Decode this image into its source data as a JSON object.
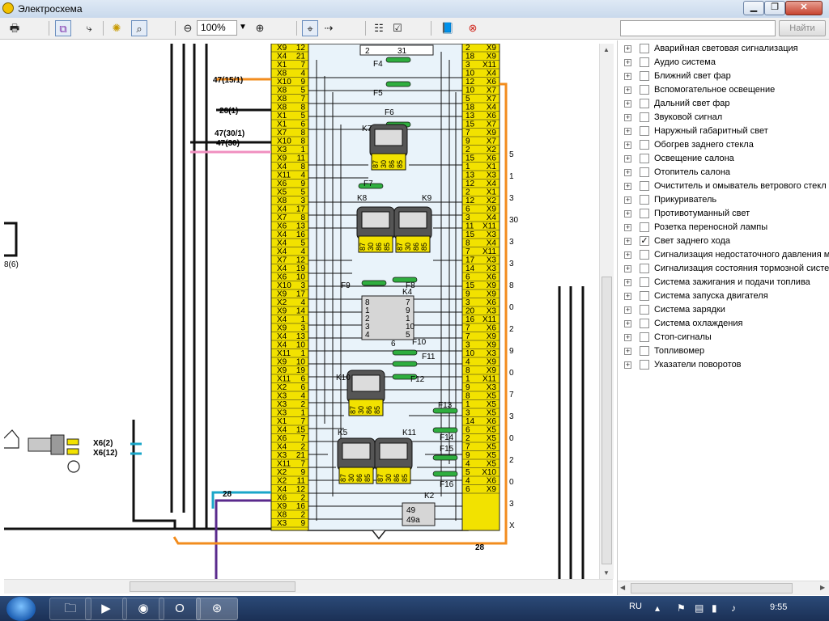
{
  "window": {
    "title": "Электросхема",
    "controls": {
      "minimize": "▁",
      "maximize": "❐",
      "close": "✕"
    }
  },
  "toolbar": {
    "zoom_value": "100%",
    "search_value": "",
    "find_label": "Найти"
  },
  "diagram": {
    "fuses": [
      "F4",
      "F5",
      "F6",
      "F7",
      "F8",
      "F9",
      "F10",
      "F11",
      "F12",
      "F13",
      "F14",
      "F15",
      "F16"
    ],
    "relays": [
      "K7",
      "K8",
      "K9",
      "K4",
      "K10",
      "K5",
      "K11",
      "K2"
    ],
    "relay_pins": [
      "87",
      "30",
      "86",
      "85"
    ],
    "wire_labels": [
      "47(15/1)",
      "26(1)",
      "47(30/1)",
      "47(30)",
      "28",
      "28",
      "X6(2)",
      "X6(12)"
    ],
    "cut_label": "8(6)",
    "k4_pins_left": [
      "8",
      "1",
      "2",
      "3",
      "4"
    ],
    "k4_pins_right": [
      "7",
      "9",
      "1",
      "10",
      "5"
    ],
    "k4_bottom_pin": "6",
    "k2_pins": [
      "49",
      "49a"
    ],
    "top_fuse_pins": [
      "2",
      "31"
    ],
    "left_connector": [
      {
        "x": "X9",
        "n": "12"
      },
      {
        "x": "X4",
        "n": "21"
      },
      {
        "x": "X1",
        "n": "7"
      },
      {
        "x": "X8",
        "n": "4"
      },
      {
        "x": "X10",
        "n": "9"
      },
      {
        "x": "X8",
        "n": "5"
      },
      {
        "x": "X8",
        "n": "7"
      },
      {
        "x": "X8",
        "n": "8"
      },
      {
        "x": "X1",
        "n": "5"
      },
      {
        "x": "X1",
        "n": "6"
      },
      {
        "x": "X7",
        "n": "8"
      },
      {
        "x": "X10",
        "n": "8"
      },
      {
        "x": "X3",
        "n": "1"
      },
      {
        "x": "X9",
        "n": "11"
      },
      {
        "x": "X4",
        "n": "8"
      },
      {
        "x": "X11",
        "n": "4"
      },
      {
        "x": "X6",
        "n": "9"
      },
      {
        "x": "X5",
        "n": "5"
      },
      {
        "x": "X8",
        "n": "3"
      },
      {
        "x": "X4",
        "n": "17"
      },
      {
        "x": "X7",
        "n": "8"
      },
      {
        "x": "X6",
        "n": "13"
      },
      {
        "x": "X4",
        "n": "16"
      },
      {
        "x": "X4",
        "n": "5"
      },
      {
        "x": "X4",
        "n": "4"
      },
      {
        "x": "X7",
        "n": "12"
      },
      {
        "x": "X4",
        "n": "19"
      },
      {
        "x": "X6",
        "n": "10"
      },
      {
        "x": "X10",
        "n": "3"
      },
      {
        "x": "X9",
        "n": "17"
      },
      {
        "x": "X2",
        "n": "4"
      },
      {
        "x": "X9",
        "n": "14"
      },
      {
        "x": "X4",
        "n": "1"
      },
      {
        "x": "X9",
        "n": "3"
      },
      {
        "x": "X4",
        "n": "13"
      },
      {
        "x": "X4",
        "n": "10"
      },
      {
        "x": "X11",
        "n": "1"
      },
      {
        "x": "X9",
        "n": "10"
      },
      {
        "x": "X9",
        "n": "19"
      },
      {
        "x": "X11",
        "n": "6"
      },
      {
        "x": "X2",
        "n": "6"
      },
      {
        "x": "X3",
        "n": "4"
      },
      {
        "x": "X3",
        "n": "2"
      },
      {
        "x": "X3",
        "n": "1"
      },
      {
        "x": "X1",
        "n": "7"
      },
      {
        "x": "X4",
        "n": "15"
      },
      {
        "x": "X6",
        "n": "7"
      },
      {
        "x": "X4",
        "n": "2"
      },
      {
        "x": "X3",
        "n": "21"
      },
      {
        "x": "X11",
        "n": "7"
      },
      {
        "x": "X2",
        "n": "9"
      },
      {
        "x": "X2",
        "n": "11"
      },
      {
        "x": "X4",
        "n": "12"
      },
      {
        "x": "X6",
        "n": "2"
      },
      {
        "x": "X9",
        "n": "16"
      },
      {
        "x": "X8",
        "n": "2"
      },
      {
        "x": "X3",
        "n": "9"
      }
    ],
    "right_connector": [
      {
        "n": "2",
        "x": "X9"
      },
      {
        "n": "18",
        "x": "X9"
      },
      {
        "n": "3",
        "x": "X11"
      },
      {
        "n": "10",
        "x": "X4"
      },
      {
        "n": "12",
        "x": "X6"
      },
      {
        "n": "10",
        "x": "X7"
      },
      {
        "n": "5",
        "x": "X7"
      },
      {
        "n": "18",
        "x": "X4"
      },
      {
        "n": "13",
        "x": "X6"
      },
      {
        "n": "15",
        "x": "X7"
      },
      {
        "n": "7",
        "x": "X9"
      },
      {
        "n": "9",
        "x": "X7"
      },
      {
        "n": "2",
        "x": "X2"
      },
      {
        "n": "15",
        "x": "X6"
      },
      {
        "n": "1",
        "x": "X1"
      },
      {
        "n": "13",
        "x": "X3"
      },
      {
        "n": "12",
        "x": "X4"
      },
      {
        "n": "2",
        "x": "X1"
      },
      {
        "n": "12",
        "x": "X2"
      },
      {
        "n": "6",
        "x": "X9"
      },
      {
        "n": "3",
        "x": "X4"
      },
      {
        "n": "11",
        "x": "X11"
      },
      {
        "n": "15",
        "x": "X3"
      },
      {
        "n": "8",
        "x": "X4"
      },
      {
        "n": "7",
        "x": "X11"
      },
      {
        "n": "17",
        "x": "X3"
      },
      {
        "n": "14",
        "x": "X3"
      },
      {
        "n": "6",
        "x": "X6"
      },
      {
        "n": "15",
        "x": "X9"
      },
      {
        "n": "9",
        "x": "X9"
      },
      {
        "n": "3",
        "x": "X6"
      },
      {
        "n": "20",
        "x": "X3"
      },
      {
        "n": "16",
        "x": "X11"
      },
      {
        "n": "7",
        "x": "X6"
      },
      {
        "n": "7",
        "x": "X9"
      },
      {
        "n": "3",
        "x": "X9"
      },
      {
        "n": "10",
        "x": "X3"
      },
      {
        "n": "4",
        "x": "X9"
      },
      {
        "n": "8",
        "x": "X9"
      },
      {
        "n": "1",
        "x": "X11"
      },
      {
        "n": "9",
        "x": "X3"
      },
      {
        "n": "8",
        "x": "X5"
      },
      {
        "n": "1",
        "x": "X5"
      },
      {
        "n": "3",
        "x": "X5"
      },
      {
        "n": "14",
        "x": "X6"
      },
      {
        "n": "6",
        "x": "X5"
      },
      {
        "n": "2",
        "x": "X5"
      },
      {
        "n": "7",
        "x": "X5"
      },
      {
        "n": "9",
        "x": "X5"
      },
      {
        "n": "4",
        "x": "X5"
      },
      {
        "n": "5",
        "x": "X10"
      },
      {
        "n": "4",
        "x": "X6"
      },
      {
        "n": "6",
        "x": "X9"
      }
    ],
    "edge_numbers": [
      "5",
      "1",
      "3",
      "30",
      "3",
      "3",
      "8",
      "0",
      "2",
      "9",
      "0",
      "7",
      "3",
      "0",
      "2",
      "0",
      "3",
      "X"
    ]
  },
  "systems": [
    {
      "label": "Аварийная световая сигнализация",
      "checked": false
    },
    {
      "label": "Аудио система",
      "checked": false
    },
    {
      "label": "Ближний свет фар",
      "checked": false
    },
    {
      "label": "Вспомогательное освещение",
      "checked": false
    },
    {
      "label": "Дальний свет фар",
      "checked": false
    },
    {
      "label": "Звуковой сигнал",
      "checked": false
    },
    {
      "label": "Наружный габаритный свет",
      "checked": false
    },
    {
      "label": "Обогрев заднего стекла",
      "checked": false
    },
    {
      "label": "Освещение салона",
      "checked": false
    },
    {
      "label": "Отопитель салона",
      "checked": false
    },
    {
      "label": "Очиститель и омыватель ветрового стекл",
      "checked": false
    },
    {
      "label": "Прикуриватель",
      "checked": false
    },
    {
      "label": "Противотуманный свет",
      "checked": false
    },
    {
      "label": "Розетка переносной лампы",
      "checked": false
    },
    {
      "label": "Свет заднего хода",
      "checked": true
    },
    {
      "label": "Сигнализация недостаточного давления м",
      "checked": false
    },
    {
      "label": "Сигнализация состояния тормозной систе",
      "checked": false
    },
    {
      "label": "Система зажигания и подачи топлива",
      "checked": false
    },
    {
      "label": "Система запуска двигателя",
      "checked": false
    },
    {
      "label": "Система зарядки",
      "checked": false
    },
    {
      "label": "Система охлаждения",
      "checked": false
    },
    {
      "label": "Стоп-сигналы",
      "checked": false
    },
    {
      "label": "Топливомер",
      "checked": false
    },
    {
      "label": "Указатели поворотов",
      "checked": false
    }
  ],
  "taskbar": {
    "lang": "RU",
    "time": "9:55"
  },
  "colors": {
    "connector_yellow": "#f2e200",
    "board_bg": "#e9f3fa",
    "wire_orange": "#f28c1e",
    "wire_pink": "#f08fc0",
    "wire_cyan": "#19a6c9",
    "wire_purple": "#5a2a8c",
    "fuse_green": "#2fae3f"
  }
}
